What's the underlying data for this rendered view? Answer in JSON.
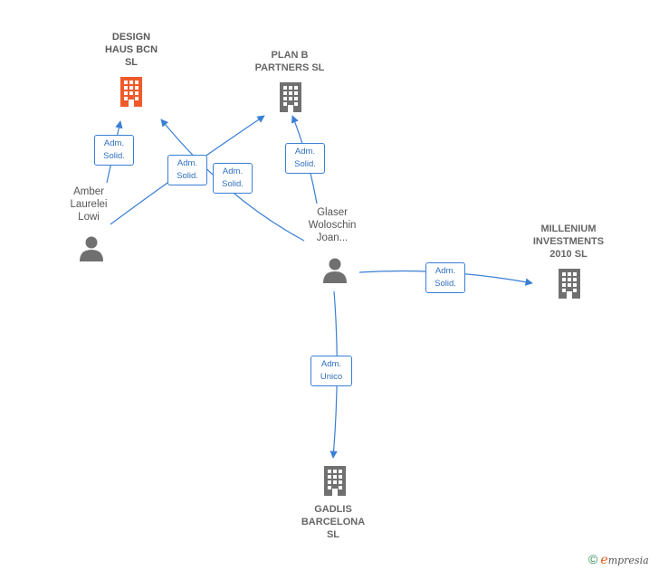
{
  "nodes": {
    "design_haus": {
      "label": [
        "DESIGN",
        "HAUS BCN",
        "SL"
      ],
      "color": "#f05a2a"
    },
    "plan_b": {
      "label": [
        "PLAN B",
        "PARTNERS  SL"
      ],
      "color": "#707070"
    },
    "millenium": {
      "label": [
        "MILLENIUM",
        "INVESTMENTS",
        "2010  SL"
      ],
      "color": "#707070"
    },
    "gadlis": {
      "label": [
        "GADLIS",
        "BARCELONA",
        "SL"
      ],
      "color": "#707070"
    },
    "amber": {
      "label": [
        "Amber",
        "Laurelei",
        "Lowi"
      ],
      "color": "#707070"
    },
    "glaser": {
      "label": [
        "Glaser",
        "Woloschin",
        "Joan..."
      ],
      "color": "#707070"
    }
  },
  "edges": {
    "amber_design": [
      "Adm.",
      "Solid."
    ],
    "amber_planb": [
      "Adm.",
      "Solid."
    ],
    "glaser_design": [
      "Adm.",
      "Solid."
    ],
    "glaser_planb": [
      "Adm.",
      "Solid."
    ],
    "glaser_millenium": [
      "Adm.",
      "Solid."
    ],
    "glaser_gadlis": [
      "Adm.",
      "Unico"
    ]
  },
  "brand": {
    "copyright": "©",
    "e": "e",
    "name": "mpresia"
  },
  "colors": {
    "edge": "#3a7fd5",
    "company": "#707070",
    "highlight": "#f05a2a"
  }
}
